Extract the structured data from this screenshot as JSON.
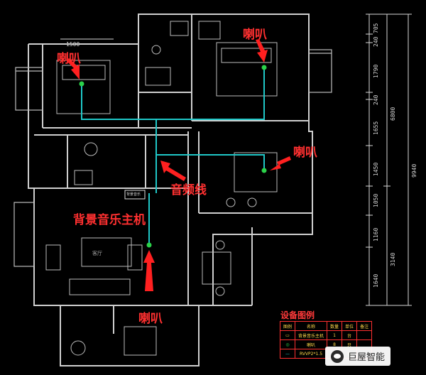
{
  "labels": {
    "speaker_top_left": "喇叭",
    "speaker_top_right": "喇叭",
    "speaker_mid_right": "喇叭",
    "speaker_bottom": "喇叭",
    "audio_cable": "音频线",
    "host": "背景音乐主机",
    "living_room_text": "客厅",
    "host_box_text": "背景音乐"
  },
  "dimensions": {
    "top_width": "1500",
    "right_inner": [
      "705",
      "240",
      "1790",
      "240",
      "1655",
      "1450",
      "1050",
      "1160",
      "1640"
    ],
    "right_outer": [
      "6800",
      "3140"
    ],
    "right_total": "9940"
  },
  "legend": {
    "title": "设备图例",
    "headers": [
      "图例",
      "名称",
      "数量",
      "单位",
      "备注"
    ],
    "rows": [
      [
        "▭",
        "背景音乐主机",
        "1",
        "台",
        ""
      ],
      [
        "◎",
        "喇叭",
        "8",
        "只",
        ""
      ],
      [
        "—",
        "RVVP2*1.5",
        "1",
        "卷",
        ""
      ]
    ]
  },
  "brand": {
    "name": "巨屋智能"
  },
  "colors": {
    "wall": "#d0d0d0",
    "cable": "#1fc7c7",
    "label": "#ff3030",
    "speaker": "#2bd24a",
    "legend_text": "#ffd84a"
  }
}
